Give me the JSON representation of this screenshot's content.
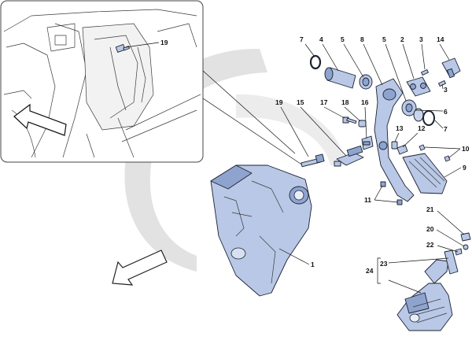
{
  "diagram": {
    "labels": {
      "l19_inset": "19",
      "l7_top": "7",
      "l4": "4",
      "l5_a": "5",
      "l8": "8",
      "l5_b": "5",
      "l2": "2",
      "l3_a": "3",
      "l14": "14",
      "l3_b": "3",
      "l6": "6",
      "l7_right": "7",
      "l19_main": "19",
      "l15": "15",
      "l17": "17",
      "l18": "18",
      "l16": "16",
      "l13": "13",
      "l12": "12",
      "l10": "10",
      "l9": "9",
      "l11": "11",
      "l1": "1",
      "l21": "21",
      "l20": "20",
      "l22": "22",
      "l23": "23",
      "l24": "24"
    }
  }
}
